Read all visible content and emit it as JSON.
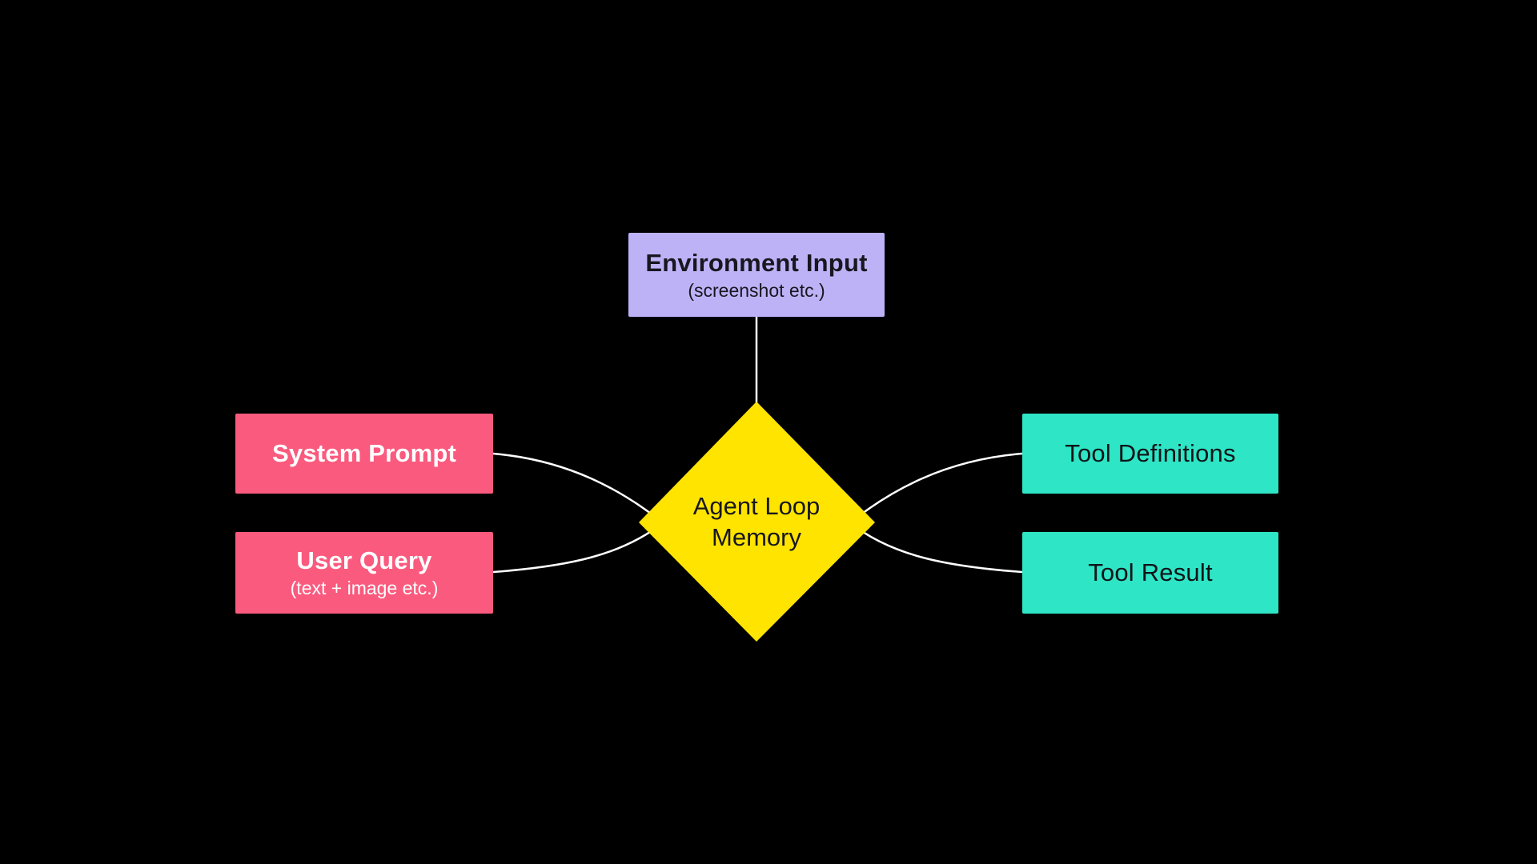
{
  "colors": {
    "background": "#000000",
    "environment_box": "#BEB2F7",
    "input_boxes": "#FA5A7E",
    "tool_boxes": "#2EE5C6",
    "agent_diamond": "#FFE400",
    "connector": "#FFFFFF",
    "dark_text": "#17171F",
    "light_text": "#FFFFFF"
  },
  "nodes": {
    "environment_input": {
      "title": "Environment Input",
      "subtitle": "(screenshot etc.)"
    },
    "system_prompt": {
      "title": "System Prompt"
    },
    "user_query": {
      "title": "User Query",
      "subtitle": "(text + image etc.)"
    },
    "tool_definitions": {
      "title": "Tool Definitions"
    },
    "tool_result": {
      "title": "Tool Result"
    },
    "agent_loop_memory": {
      "line1": "Agent Loop",
      "line2": "Memory"
    }
  }
}
